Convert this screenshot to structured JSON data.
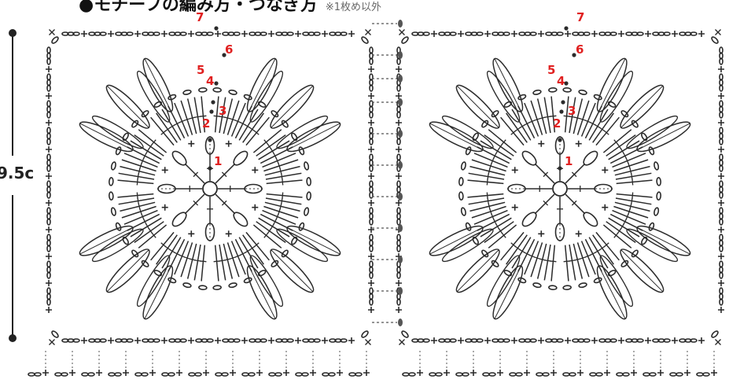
{
  "header": {
    "title": "●モチーフの編み方・つなぎ方",
    "note": "※1枚め以外"
  },
  "dimension_label": "9.5c",
  "round_numbers": [
    "1",
    "2",
    "3",
    "4",
    "5",
    "6",
    "7"
  ],
  "motifs_count": 2,
  "ink_color": "#2b2b2b",
  "accent_color": "#e02020",
  "join_color": "#555555"
}
